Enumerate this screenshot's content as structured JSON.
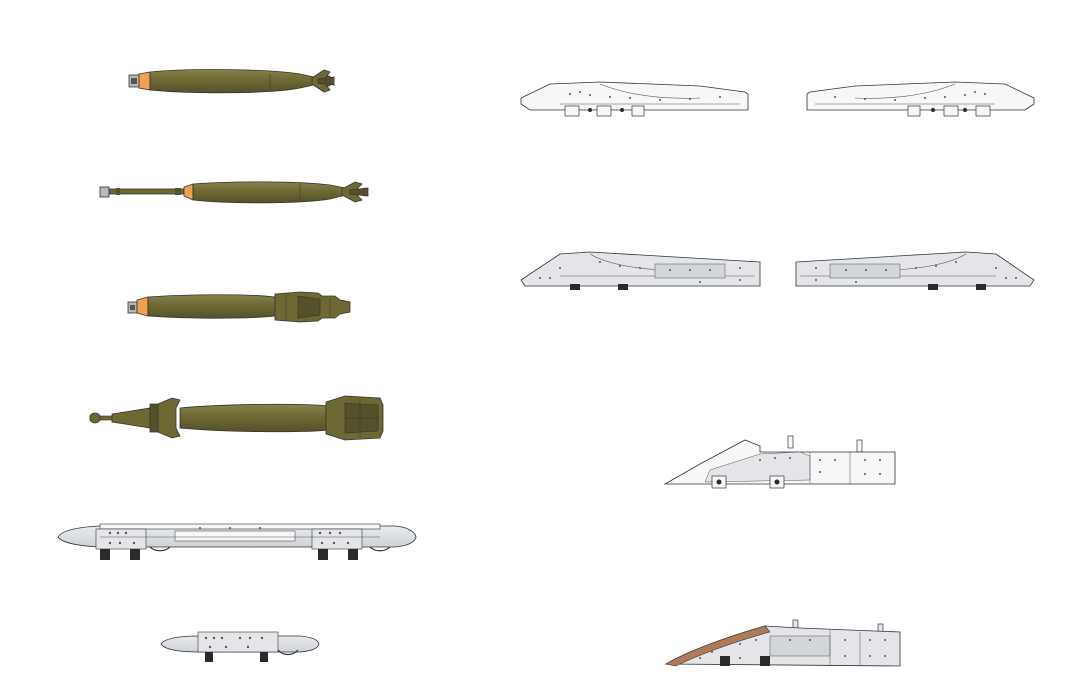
{
  "colors": {
    "background": "#ffffff",
    "bomb_body": "#6e6934",
    "bomb_shade": "#55512a",
    "bomb_light": "#87824a",
    "fuze_orange": "#f0a050",
    "fuze_grey": "#b8b8b8",
    "metal_white": "#f7f7f7",
    "metal_light_grey": "#e3e5e8",
    "metal_mid_grey": "#d2d5da",
    "outline": "#333333",
    "rivet": "#555555",
    "dark_part": "#2a2a2a",
    "brown_edge": "#b07a56"
  },
  "items": [
    {
      "id": "bomb-1",
      "kind": "bomb",
      "variant": "low-drag"
    },
    {
      "id": "bomb-2",
      "kind": "bomb",
      "variant": "long-fuze-probe"
    },
    {
      "id": "bomb-3",
      "kind": "bomb",
      "variant": "retarded-fins"
    },
    {
      "id": "bomb-4",
      "kind": "bomb",
      "variant": "guided-canard"
    },
    {
      "id": "ejector-rack-long",
      "kind": "rack",
      "variant": "long"
    },
    {
      "id": "ejector-rack-short",
      "kind": "rack",
      "variant": "short"
    },
    {
      "id": "pylon-white-left",
      "kind": "pylon",
      "variant": "white"
    },
    {
      "id": "pylon-white-right",
      "kind": "pylon",
      "variant": "white-mirrored"
    },
    {
      "id": "pylon-grey-left",
      "kind": "pylon",
      "variant": "grey"
    },
    {
      "id": "pylon-grey-right",
      "kind": "pylon",
      "variant": "grey-mirrored"
    },
    {
      "id": "pylon-centre-white",
      "kind": "pylon",
      "variant": "centre-white"
    },
    {
      "id": "pylon-centre-grey",
      "kind": "pylon",
      "variant": "centre-grey-brown-edge"
    }
  ]
}
